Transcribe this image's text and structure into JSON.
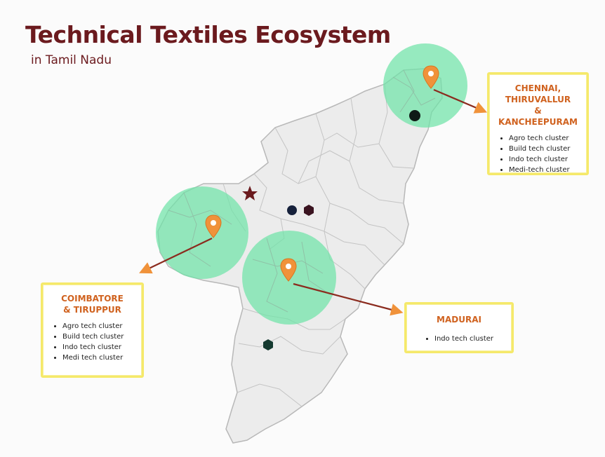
{
  "title": "Technical Textiles Ecosystem",
  "subtitle": "in Tamil Nadu",
  "colors": {
    "title": "#6b1a1e",
    "highlight_circle": "#6fe3a8",
    "marker": "#f0923a",
    "arrow": "#8b2b1e",
    "callout_border": "#f5e96a",
    "callout_heading": "#d0621f",
    "star_marker": "#6b1a1e",
    "dot_marker": "#16213b"
  },
  "regions": [
    {
      "id": "chennai",
      "name_lines": [
        "CHENNAI,",
        "THIRUVALLUR",
        "& KANCHEEPURAM"
      ],
      "items": [
        "Agro tech cluster",
        "Build tech cluster",
        "Indo tech cluster",
        "Medi-tech cluster"
      ]
    },
    {
      "id": "coimbatore",
      "name_lines": [
        "COIMBATORE",
        "& TIRUPPUR"
      ],
      "items": [
        "Agro tech cluster",
        "Build tech cluster",
        "Indo tech cluster",
        "Medi tech cluster"
      ]
    },
    {
      "id": "madurai",
      "name_lines": [
        "MADURAI"
      ],
      "items": [
        "Indo tech cluster"
      ]
    }
  ],
  "icons": [
    "location-pin-icon",
    "star-icon",
    "hexagon-icon",
    "circle-dot-icon",
    "arrow-icon"
  ]
}
